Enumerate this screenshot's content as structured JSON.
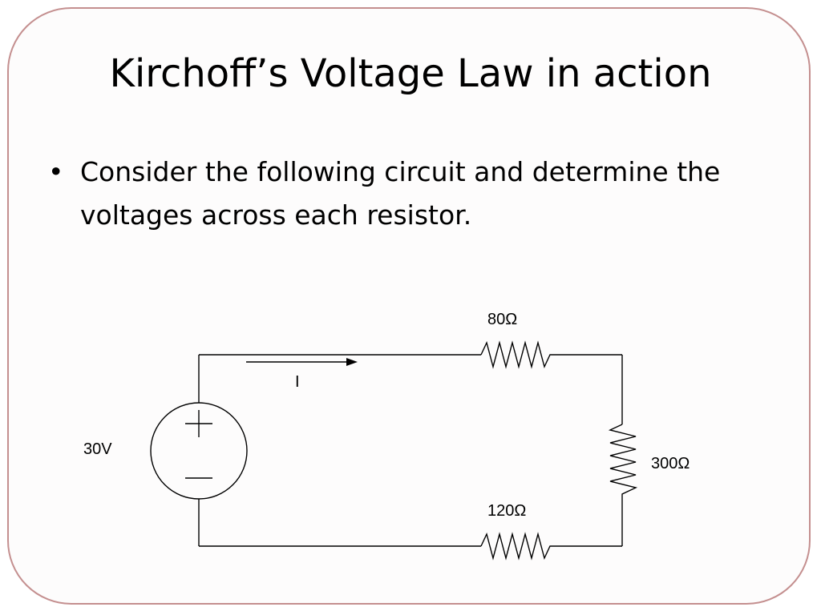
{
  "slide": {
    "title": "Kirchoff’s Voltage Law in action",
    "bullets": [
      "Consider the following circuit and determine the voltages across each resistor."
    ],
    "bullet_glyph": "•",
    "border_color": "#c48f8f"
  },
  "diagram": {
    "source": {
      "label": "30V",
      "plus_symbol": "+",
      "minus_symbol": "−"
    },
    "current_label": "I",
    "resistors": {
      "top": "80Ω",
      "right": "300Ω",
      "bottom": "120Ω"
    }
  }
}
